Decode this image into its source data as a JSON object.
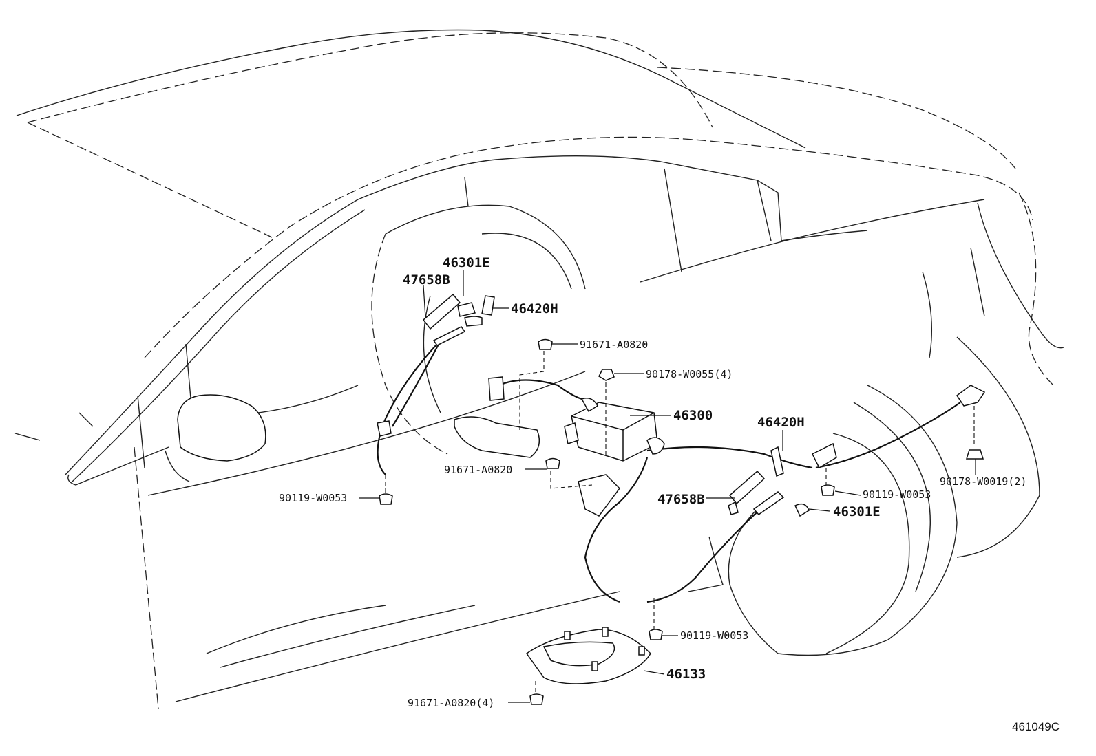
{
  "labels": {
    "p46301E_top": "46301E",
    "p47658B_top": "47658B",
    "p46420H_top": "46420H",
    "p91671_a": "91671-A0820",
    "p90178_4": "90178-W0055(4)",
    "p46300": "46300",
    "p46420H_right": "46420H",
    "p91671_b": "91671-A0820",
    "p90119_left": "90119-W0053",
    "p90119_right": "90119-W0053",
    "p90178_2": "90178-W0019(2)",
    "p47658B_mid": "47658B",
    "p46301E_mid": "46301E",
    "p90119_bottom": "90119-W0053",
    "p46133": "46133",
    "p91671_c": "91671-A0820(4)"
  },
  "figure_code": "461049C"
}
